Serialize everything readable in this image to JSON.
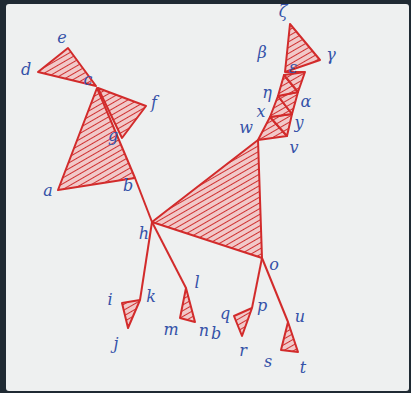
{
  "diagram": {
    "labels": [
      "e",
      "d",
      "c",
      "f",
      "g",
      "a",
      "b",
      "h",
      "ζ",
      "β",
      "γ",
      "ε",
      "η",
      "α",
      "x",
      "y",
      "w",
      "v",
      "o",
      "i",
      "k",
      "l",
      "j",
      "m",
      "n",
      "b",
      "q",
      "p",
      "r",
      "u",
      "s",
      "t"
    ]
  }
}
